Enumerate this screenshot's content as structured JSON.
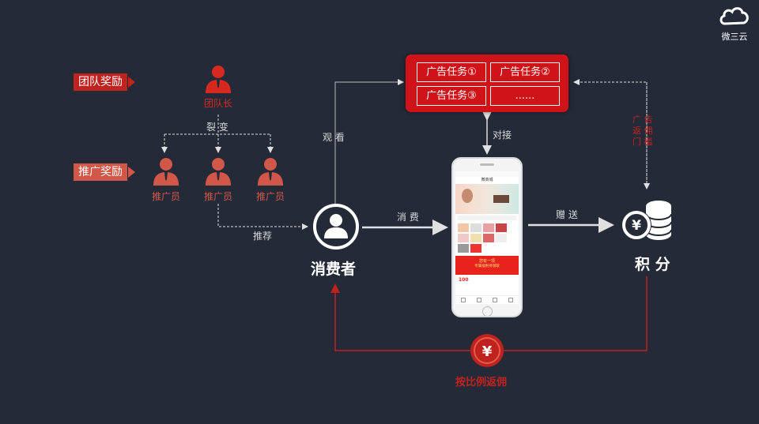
{
  "logo": {
    "text": "微三云"
  },
  "tags": {
    "team_reward": "团队奖励",
    "promo_reward": "推广奖励"
  },
  "team_leader": {
    "label": "团队长"
  },
  "fission": {
    "label": "裂 变"
  },
  "promoters": [
    "推广员",
    "推广员",
    "推广员"
  ],
  "recommend": {
    "label": "推荐"
  },
  "watch": {
    "label": "观 看"
  },
  "consumer": {
    "label": "消费者"
  },
  "consume": {
    "label": "消 费"
  },
  "docking": {
    "label": "对接"
  },
  "gift": {
    "label": "赠 送"
  },
  "points": {
    "label": "积 分"
  },
  "ad_tasks": [
    "广告任务①",
    "广告任务②",
    "广告任务③",
    "......"
  ],
  "ad_commission": {
    "label": "广告返佣"
  },
  "ad_commission_lines": [
    "广 告",
    "返 佣",
    "门 槛"
  ],
  "rebate": {
    "label": "按比例返佣"
  },
  "phone": {
    "title": "微商城",
    "banner_text": "您有一项",
    "banner_sub": "专属福利待领取",
    "price": "100"
  },
  "colors": {
    "red": "#d01318",
    "promo": "#d15848",
    "background": "#252a38"
  }
}
